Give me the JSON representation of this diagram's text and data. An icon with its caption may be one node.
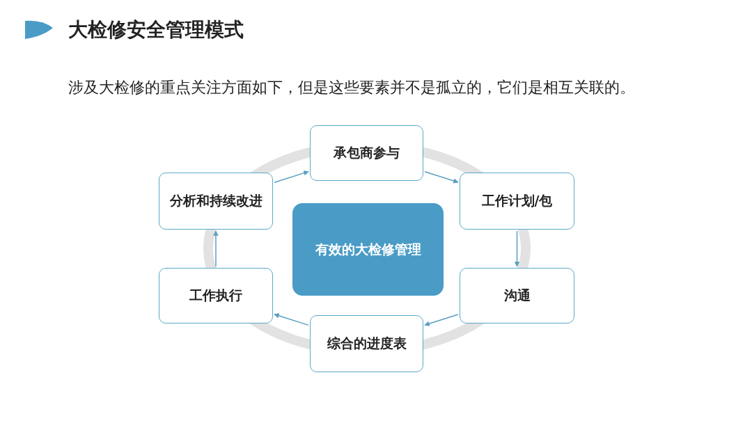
{
  "diagram": {
    "title": "大检修安全管理模式",
    "caption": "涉及大检修的重点关注方面如下，但是这些要素并不是孤立的，它们是相互关联的。",
    "nodes": [
      {
        "text": [
          "承包商参与"
        ]
      },
      {
        "text": [
          "工作计划/包"
        ]
      },
      {
        "text": [
          "沟通"
        ]
      },
      {
        "text": [
          "综合的进度表"
        ]
      },
      {
        "text": [
          "工作执行"
        ]
      },
      {
        "text": [
          "分析和持续改进"
        ]
      },
      {
        "text": [
          "有效的大检修管理"
        ]
      }
    ],
    "edges": [
      {
        "from": 0,
        "to": 1,
        "arrow": "to"
      },
      {
        "from": 1,
        "to": 2,
        "arrow": "to"
      },
      {
        "from": 2,
        "to": 3,
        "arrow": "to"
      },
      {
        "from": 3,
        "to": 4,
        "arrow": "to"
      },
      {
        "from": 4,
        "to": 5,
        "arrow": "to"
      },
      {
        "from": 5,
        "to": 0,
        "arrow": "to"
      }
    ]
  }
}
